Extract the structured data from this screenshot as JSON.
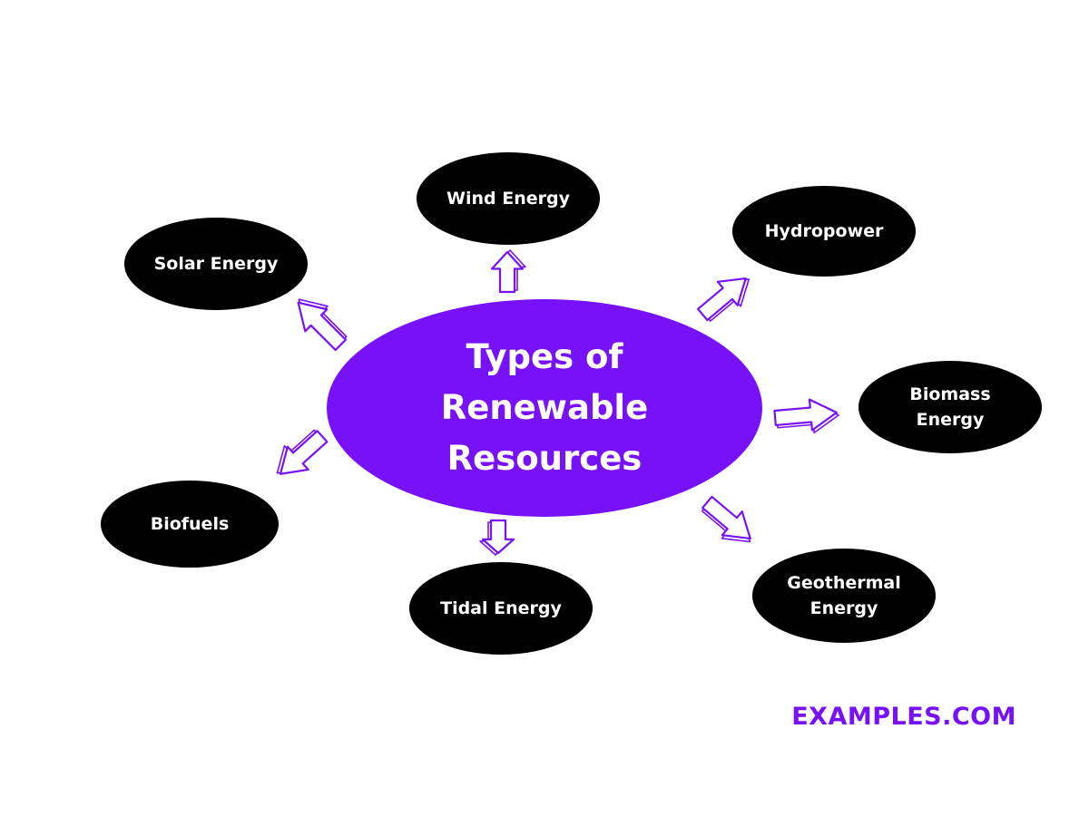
{
  "colors": {
    "accent": "#7711f7",
    "node_fill": "#000000",
    "node_text": "#ffffff",
    "background": "#ffffff"
  },
  "diagram": {
    "title": "Types of Renewable Resources",
    "nodes": [
      {
        "id": "solar",
        "label": "Solar Energy"
      },
      {
        "id": "wind",
        "label": "Wind Energy"
      },
      {
        "id": "hydro",
        "label": "Hydropower"
      },
      {
        "id": "biomass",
        "label": "Biomass Energy"
      },
      {
        "id": "geothermal",
        "label": "Geothermal Energy"
      },
      {
        "id": "tidal",
        "label": "Tidal Energy"
      },
      {
        "id": "biofuels",
        "label": "Biofuels"
      }
    ],
    "arrows": [
      {
        "from": "center",
        "to": "solar",
        "icon": "arrow-icon"
      },
      {
        "from": "center",
        "to": "wind",
        "icon": "arrow-icon"
      },
      {
        "from": "center",
        "to": "hydro",
        "icon": "arrow-icon"
      },
      {
        "from": "center",
        "to": "biomass",
        "icon": "arrow-icon"
      },
      {
        "from": "center",
        "to": "geothermal",
        "icon": "arrow-icon"
      },
      {
        "from": "center",
        "to": "tidal",
        "icon": "arrow-icon"
      },
      {
        "from": "center",
        "to": "biofuels",
        "icon": "arrow-icon"
      }
    ]
  },
  "brand": {
    "text": "EXAMPLES.COM"
  }
}
